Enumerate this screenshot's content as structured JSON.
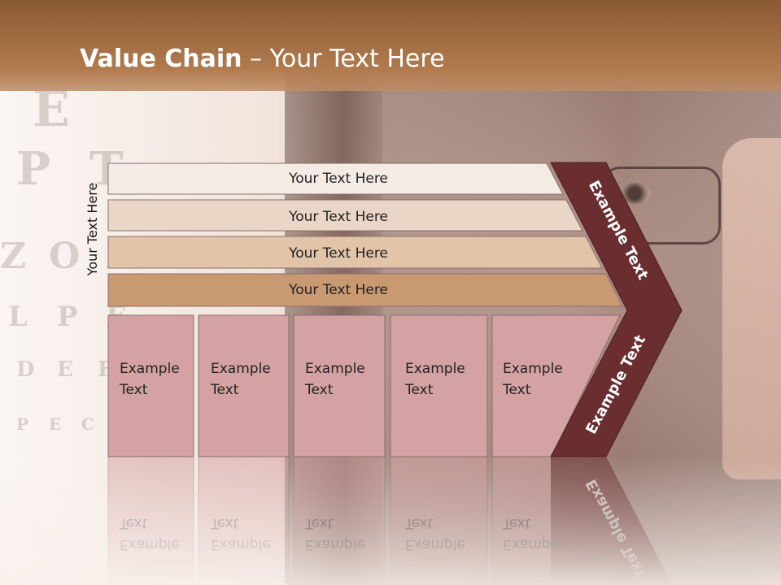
{
  "slide": {
    "title_bold": "Value Chain",
    "title_rest": " – Your Text Here",
    "vertical_label": "Your Text Here"
  },
  "bars": [
    {
      "label": "Your Text Here",
      "color": "#f3ebe4"
    },
    {
      "label": "Your Text Here",
      "color": "#ead6c7"
    },
    {
      "label": "Your Text Here",
      "color": "#e2c4a9"
    },
    {
      "label": "Your Text Here",
      "color": "#c99a72"
    }
  ],
  "boxes": [
    {
      "line1": "Example",
      "line2": "Text"
    },
    {
      "line1": "Example",
      "line2": "Text"
    },
    {
      "line1": "Example",
      "line2": "Text"
    },
    {
      "line1": "Example",
      "line2": "Text"
    },
    {
      "line1": "Example",
      "line2": "Text"
    }
  ],
  "chevron": {
    "upper_label": "Example Text",
    "lower_label": "Example Text",
    "color": "#6a2e30"
  },
  "colors": {
    "header": "#9a6840",
    "box_fill": "#d4a2a3",
    "box_stroke": "#8a6d6a"
  }
}
